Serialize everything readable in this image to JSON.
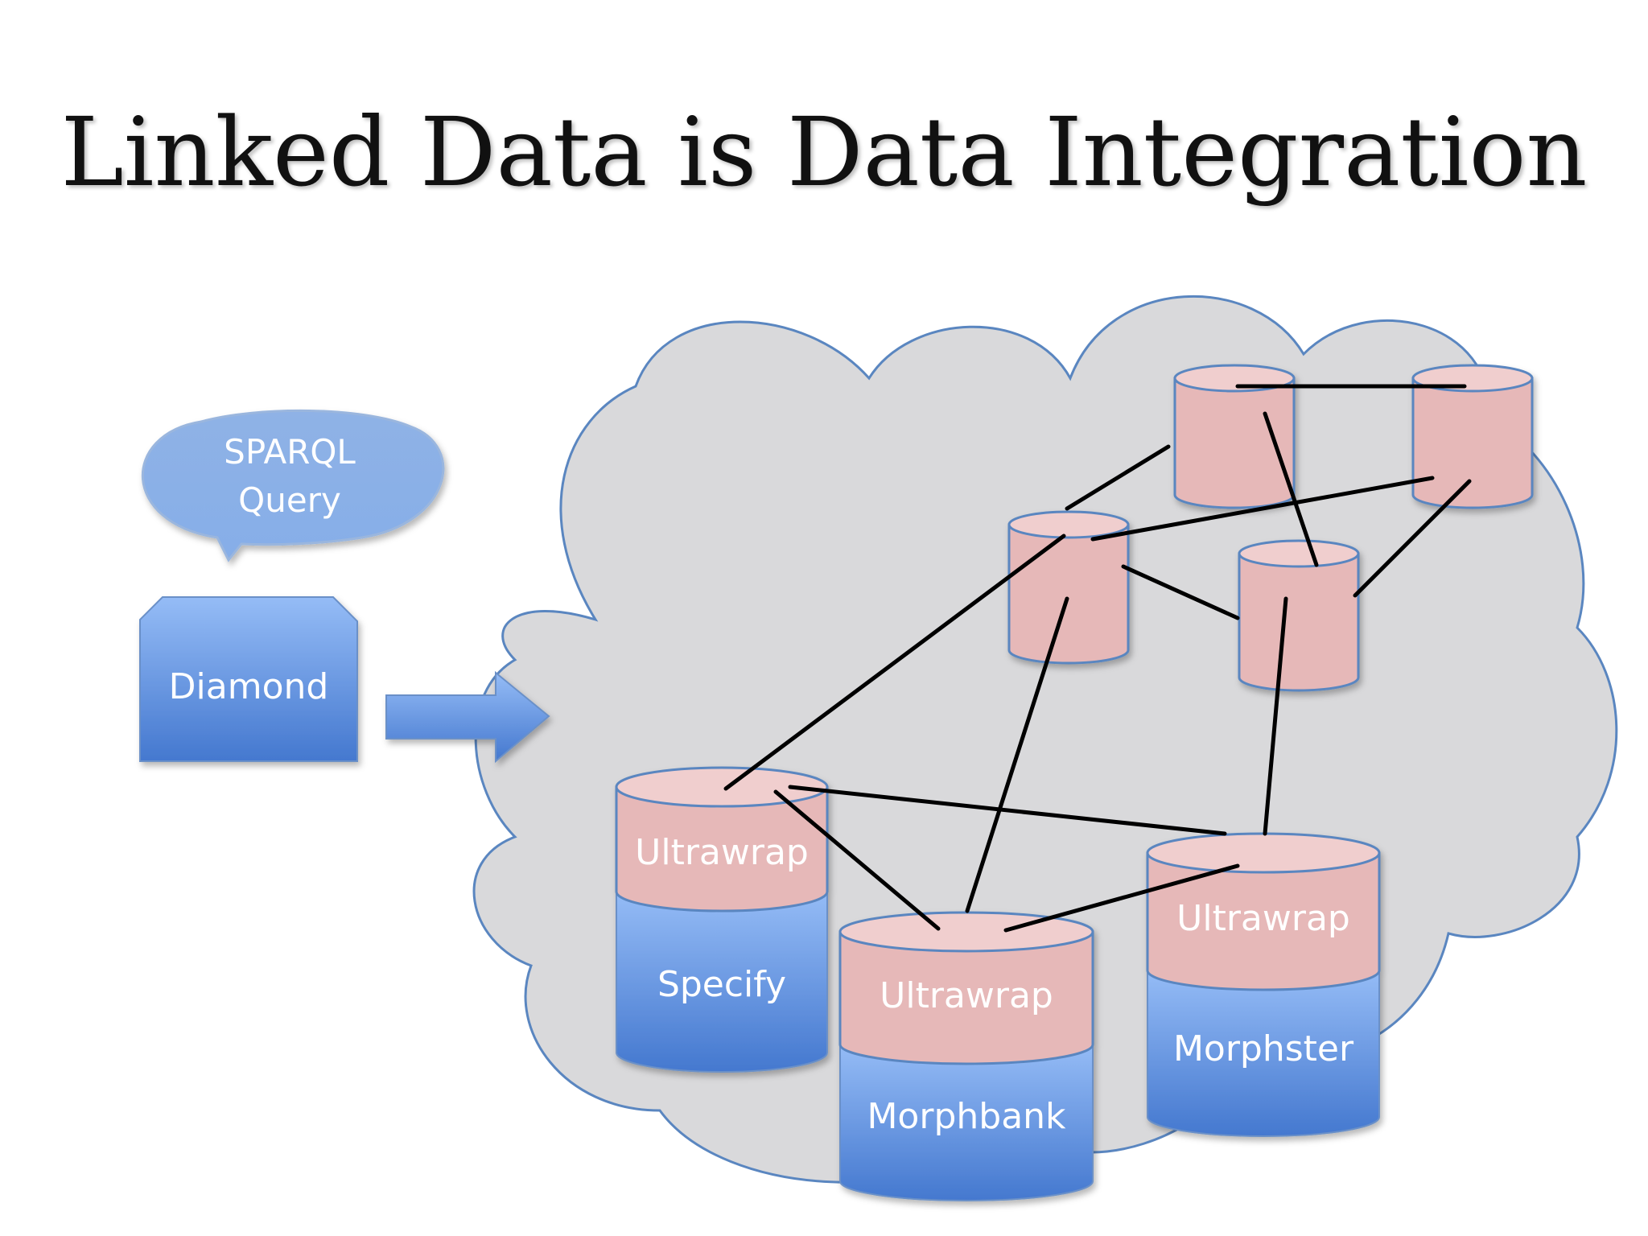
{
  "title": "Linked Data is Data Integration",
  "bubble": {
    "line1": "SPARQL",
    "line2": "Query"
  },
  "client": {
    "label": "Diamond"
  },
  "wrapper_label": "Ultrawrap",
  "sources": [
    {
      "name": "Specify"
    },
    {
      "name": "Morphbank"
    },
    {
      "name": "Morphster"
    }
  ],
  "colors": {
    "cloud_fill": "#d9d9db",
    "cloud_stroke": "#5a86c0",
    "pink_fill": "#e6b8b8",
    "pink_top": "#f0cece",
    "pink_stroke": "#5a86c0",
    "blue_light": "#8db4f2",
    "blue_dark": "#4a7fd2",
    "link_color": "#000000"
  },
  "icons": [
    "arrow-right-icon",
    "speech-bubble-icon",
    "database-cylinder-icon"
  ]
}
